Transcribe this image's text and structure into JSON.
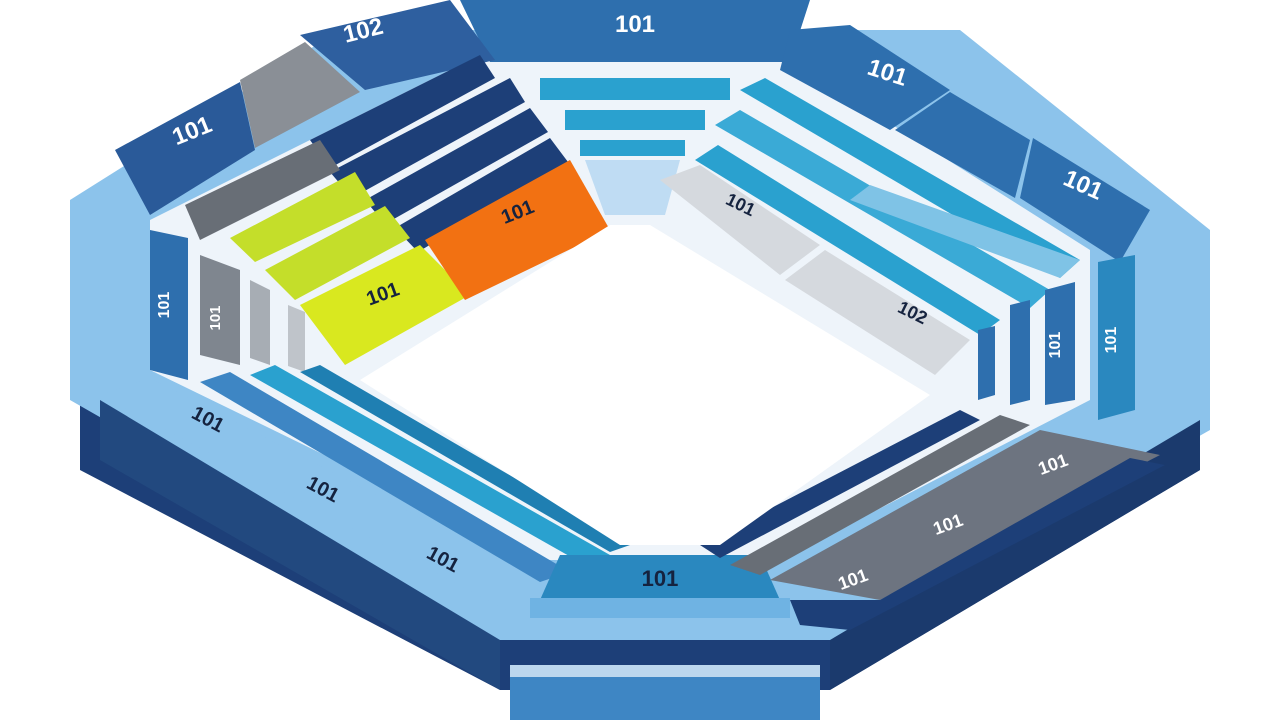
{
  "colors": {
    "navy": "#1d3f78",
    "blue": "#2e6fae",
    "steel": "#3f8cc3",
    "cyan": "#2aa1cf",
    "light_blue": "#8cc3eb",
    "pale_blue": "#bfdcf3",
    "gray": "#7f868f",
    "light_gray": "#d5d9de",
    "yellow": "#d9e81f",
    "lime": "#c4de2a",
    "orange": "#f27112",
    "white": "#ffffff"
  },
  "sections": [
    {
      "id": "top-center",
      "label": "101"
    },
    {
      "id": "top-left-outer",
      "label": "102"
    },
    {
      "id": "left-outer",
      "label": "101"
    },
    {
      "id": "right-upper-outer",
      "label": "101"
    },
    {
      "id": "right-outer",
      "label": "101"
    },
    {
      "id": "orange-block",
      "label": "101"
    },
    {
      "id": "yellow-block",
      "label": "101"
    },
    {
      "id": "right-inner-upper",
      "label": "101"
    },
    {
      "id": "right-inner-lower",
      "label": "102"
    },
    {
      "id": "left-side-vertical",
      "label": "101"
    },
    {
      "id": "left-side-inner-vertical",
      "label": "101"
    },
    {
      "id": "right-side-vertical",
      "label": "101"
    },
    {
      "id": "right-side-outer-vertical",
      "label": "101"
    },
    {
      "id": "bottom-left-1",
      "label": "101"
    },
    {
      "id": "bottom-left-2",
      "label": "101"
    },
    {
      "id": "bottom-left-3",
      "label": "101"
    },
    {
      "id": "bottom-center",
      "label": "101"
    },
    {
      "id": "bottom-right-1",
      "label": "101"
    },
    {
      "id": "bottom-right-2",
      "label": "101"
    },
    {
      "id": "bottom-right-3",
      "label": "101"
    }
  ]
}
